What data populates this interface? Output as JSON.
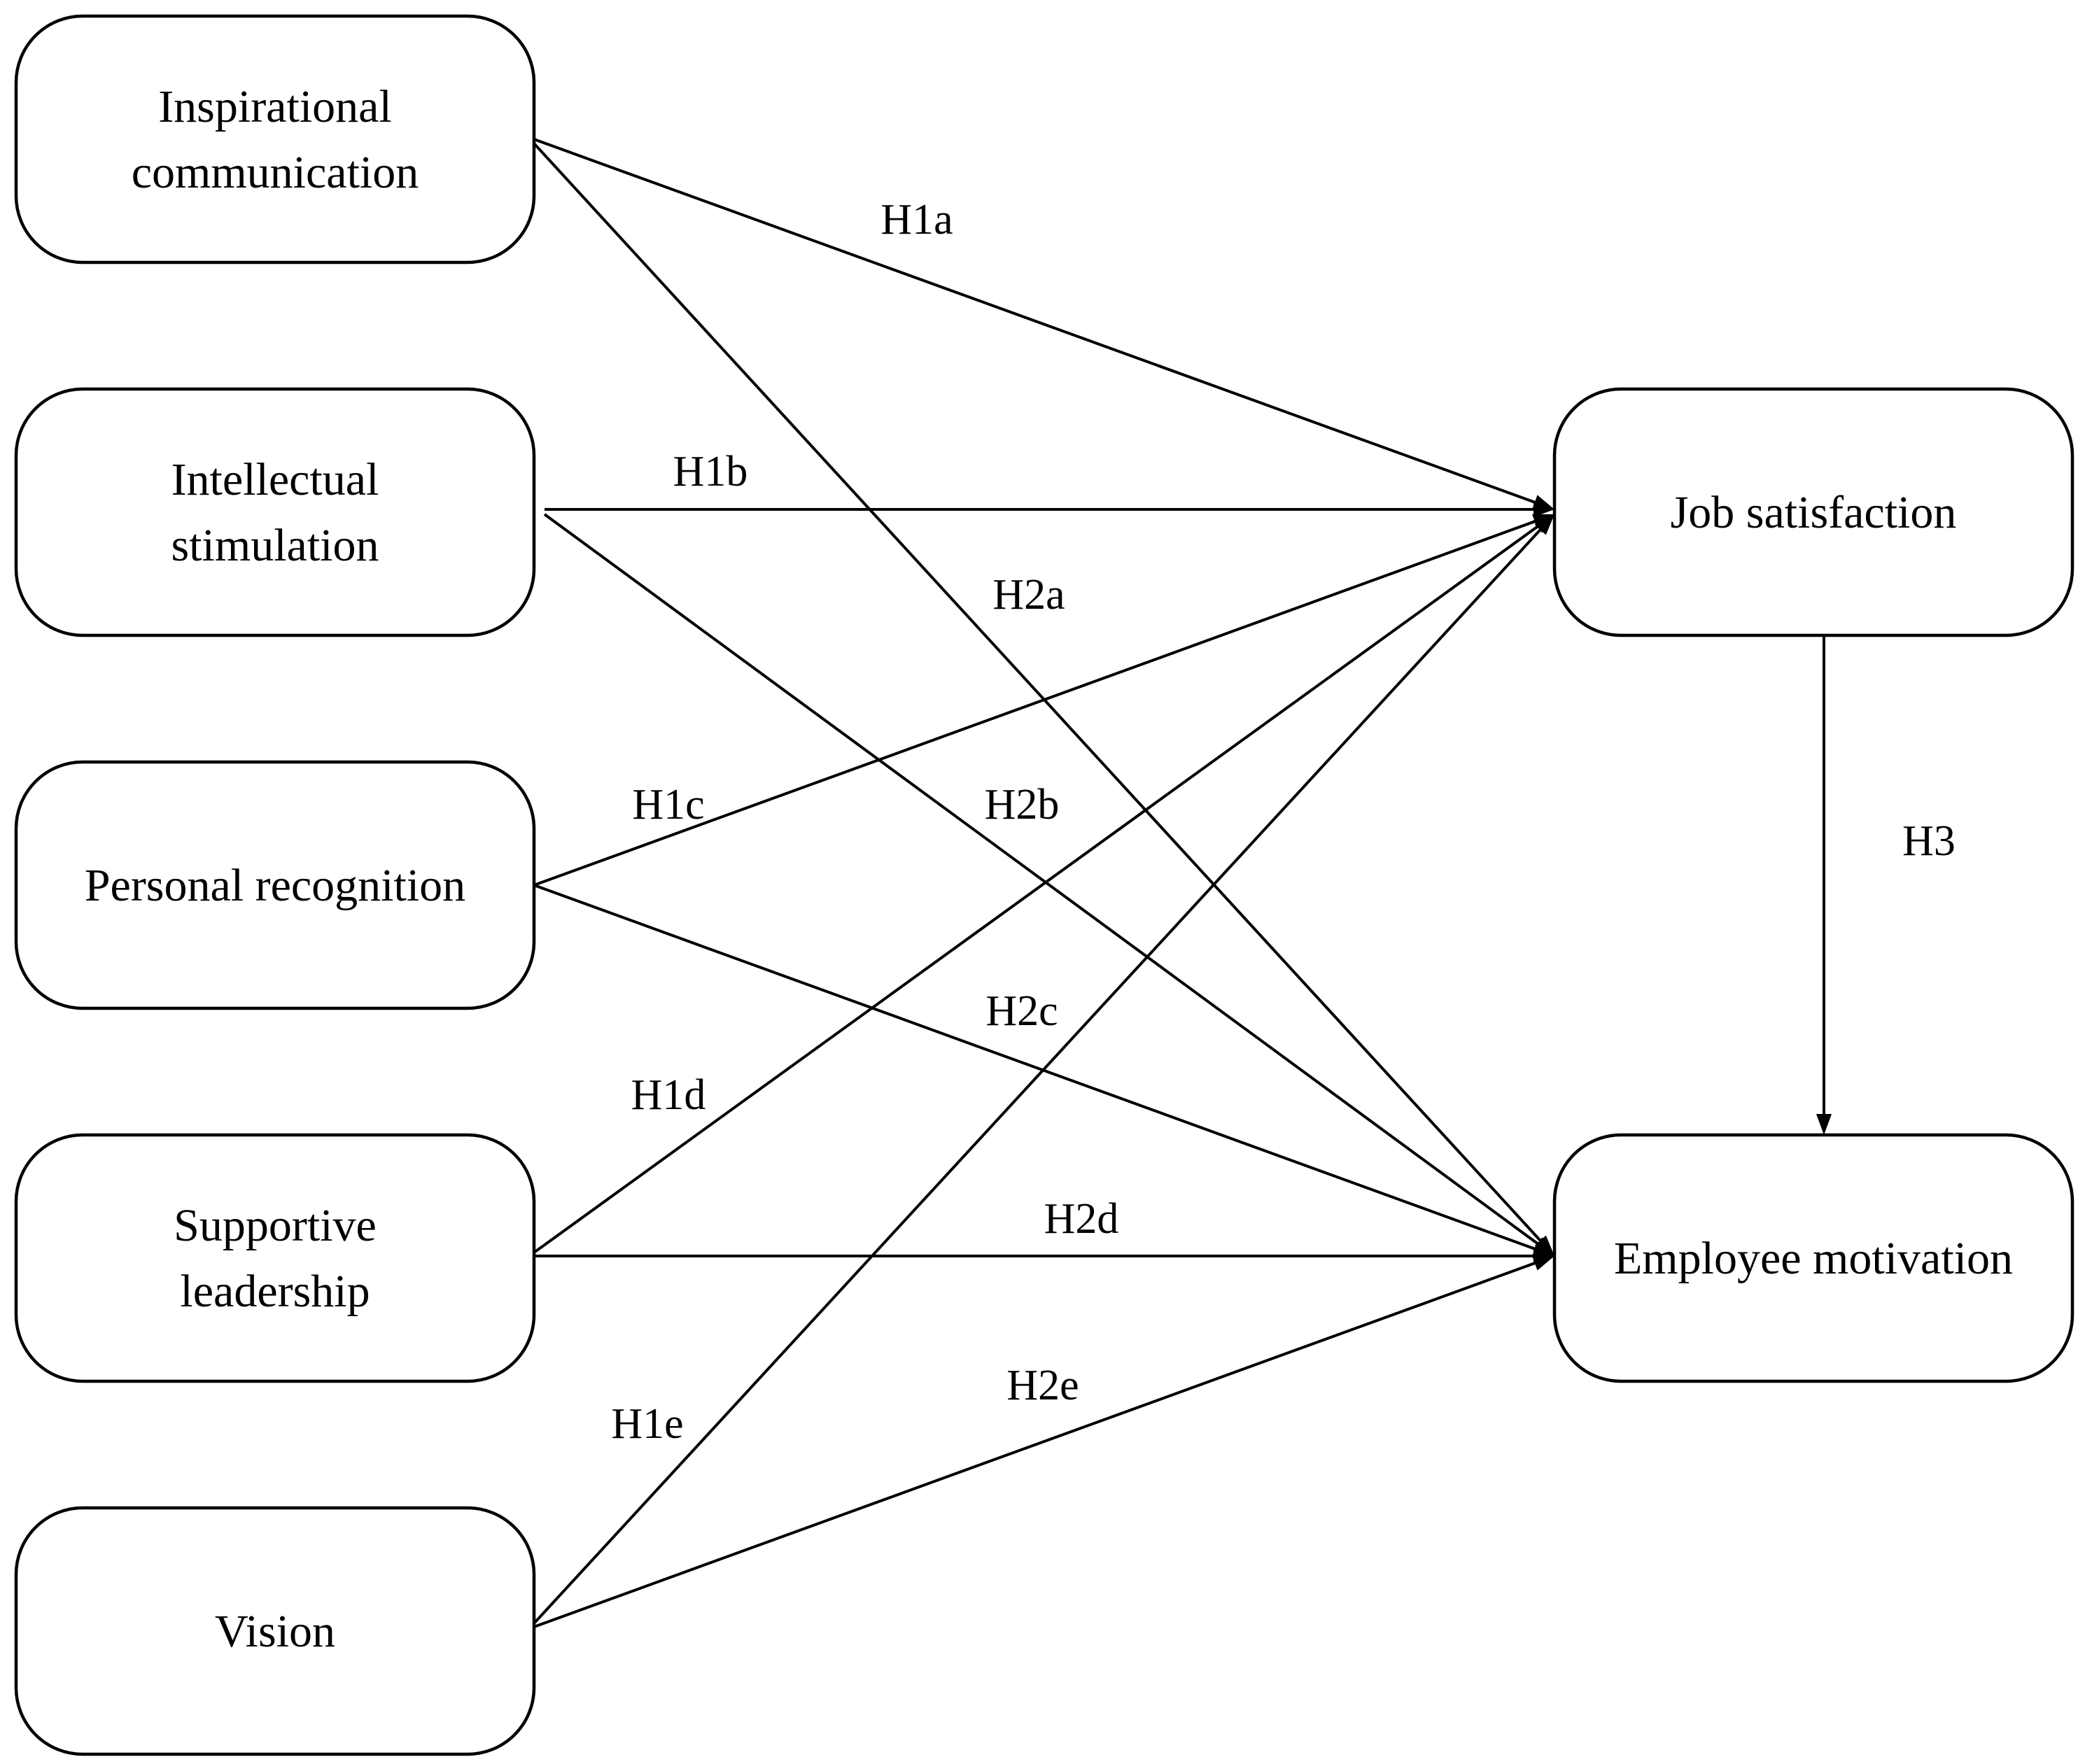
{
  "nodes": {
    "inspirational": {
      "lines": [
        "Inspirational",
        "communication"
      ]
    },
    "intellectual": {
      "lines": [
        "Intellectual",
        "stimulation"
      ]
    },
    "personal": {
      "lines": [
        "Personal recognition"
      ]
    },
    "supportive": {
      "lines": [
        "Supportive",
        "leadership"
      ]
    },
    "vision": {
      "lines": [
        "Vision"
      ]
    },
    "job": {
      "lines": [
        "Job satisfaction"
      ]
    },
    "motivation": {
      "lines": [
        "Employee motivation"
      ]
    }
  },
  "edges": [
    {
      "id": "h1a",
      "from": "inspirational",
      "to": "job",
      "label": "H1a"
    },
    {
      "id": "h1b",
      "from": "intellectual",
      "to": "job",
      "label": "H1b"
    },
    {
      "id": "h1c",
      "from": "personal",
      "to": "job",
      "label": "H1c"
    },
    {
      "id": "h1d",
      "from": "supportive",
      "to": "job",
      "label": "H1d"
    },
    {
      "id": "h1e",
      "from": "vision",
      "to": "job",
      "label": "H1e"
    },
    {
      "id": "h2a",
      "from": "inspirational",
      "to": "motivation",
      "label": "H2a"
    },
    {
      "id": "h2b",
      "from": "intellectual",
      "to": "motivation",
      "label": "H2b"
    },
    {
      "id": "h2c",
      "from": "personal",
      "to": "motivation",
      "label": "H2c"
    },
    {
      "id": "h2d",
      "from": "supportive",
      "to": "motivation",
      "label": "H2d"
    },
    {
      "id": "h2e",
      "from": "vision",
      "to": "motivation",
      "label": "H2e"
    },
    {
      "id": "h3",
      "from": "job",
      "to": "motivation",
      "label": "H3"
    }
  ]
}
